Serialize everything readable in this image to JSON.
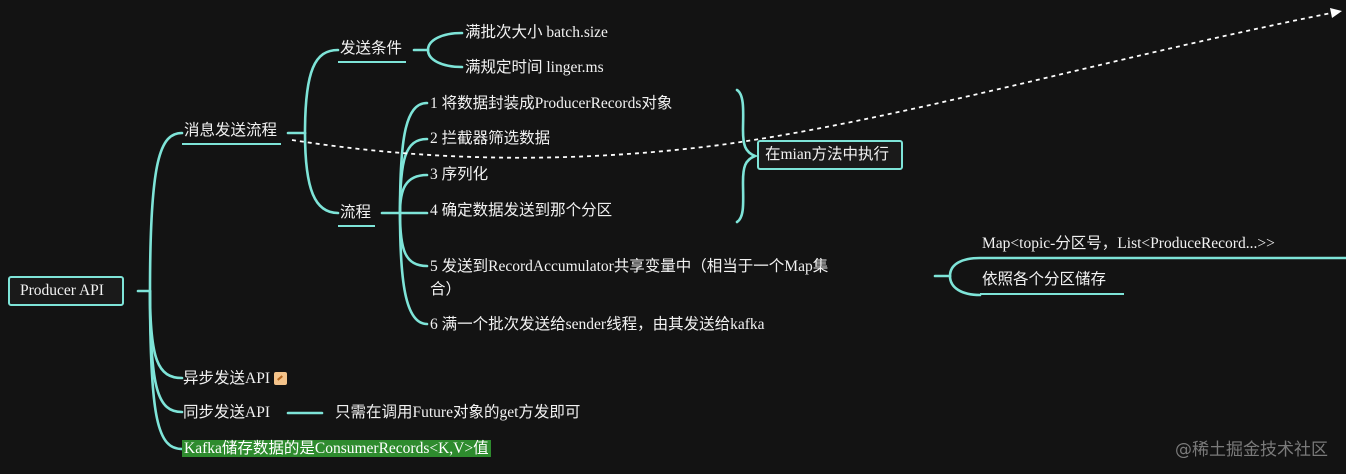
{
  "root": "Producer API",
  "branch_flow": "消息发送流程",
  "send_condition": {
    "label": "发送条件",
    "items": [
      "满批次大小  batch.size",
      "满规定时间  linger.ms"
    ]
  },
  "process": {
    "label": "流程",
    "steps": [
      "1 将数据封装成ProducerRecords对象",
      "2 拦截器筛选数据",
      "3 序列化",
      "4 确定数据发送到那个分区",
      "5 发送到RecordAccumulator共享变量中（相当于一个Map集",
      "合）",
      "6 满一个批次发送给sender线程，由其发送给kafka"
    ],
    "summary": "在mian方法中执行"
  },
  "accumulator_notes": [
    "Map<topic-分区号，List<ProduceRecord...>>",
    "依照各个分区储存"
  ],
  "async_api": "异步发送API",
  "sync_api": "同步发送API",
  "sync_note": "只需在调用Future对象的get方发即可",
  "kafka_note": "Kafka储存数据的是ConsumerRecords<K,V>值",
  "watermark": "@稀土掘金技术社区",
  "colors": {
    "edge": "#7ee4d8",
    "background": "#131313",
    "highlight": "#2e8b2e"
  },
  "icons": {
    "async_api": "note-icon"
  }
}
